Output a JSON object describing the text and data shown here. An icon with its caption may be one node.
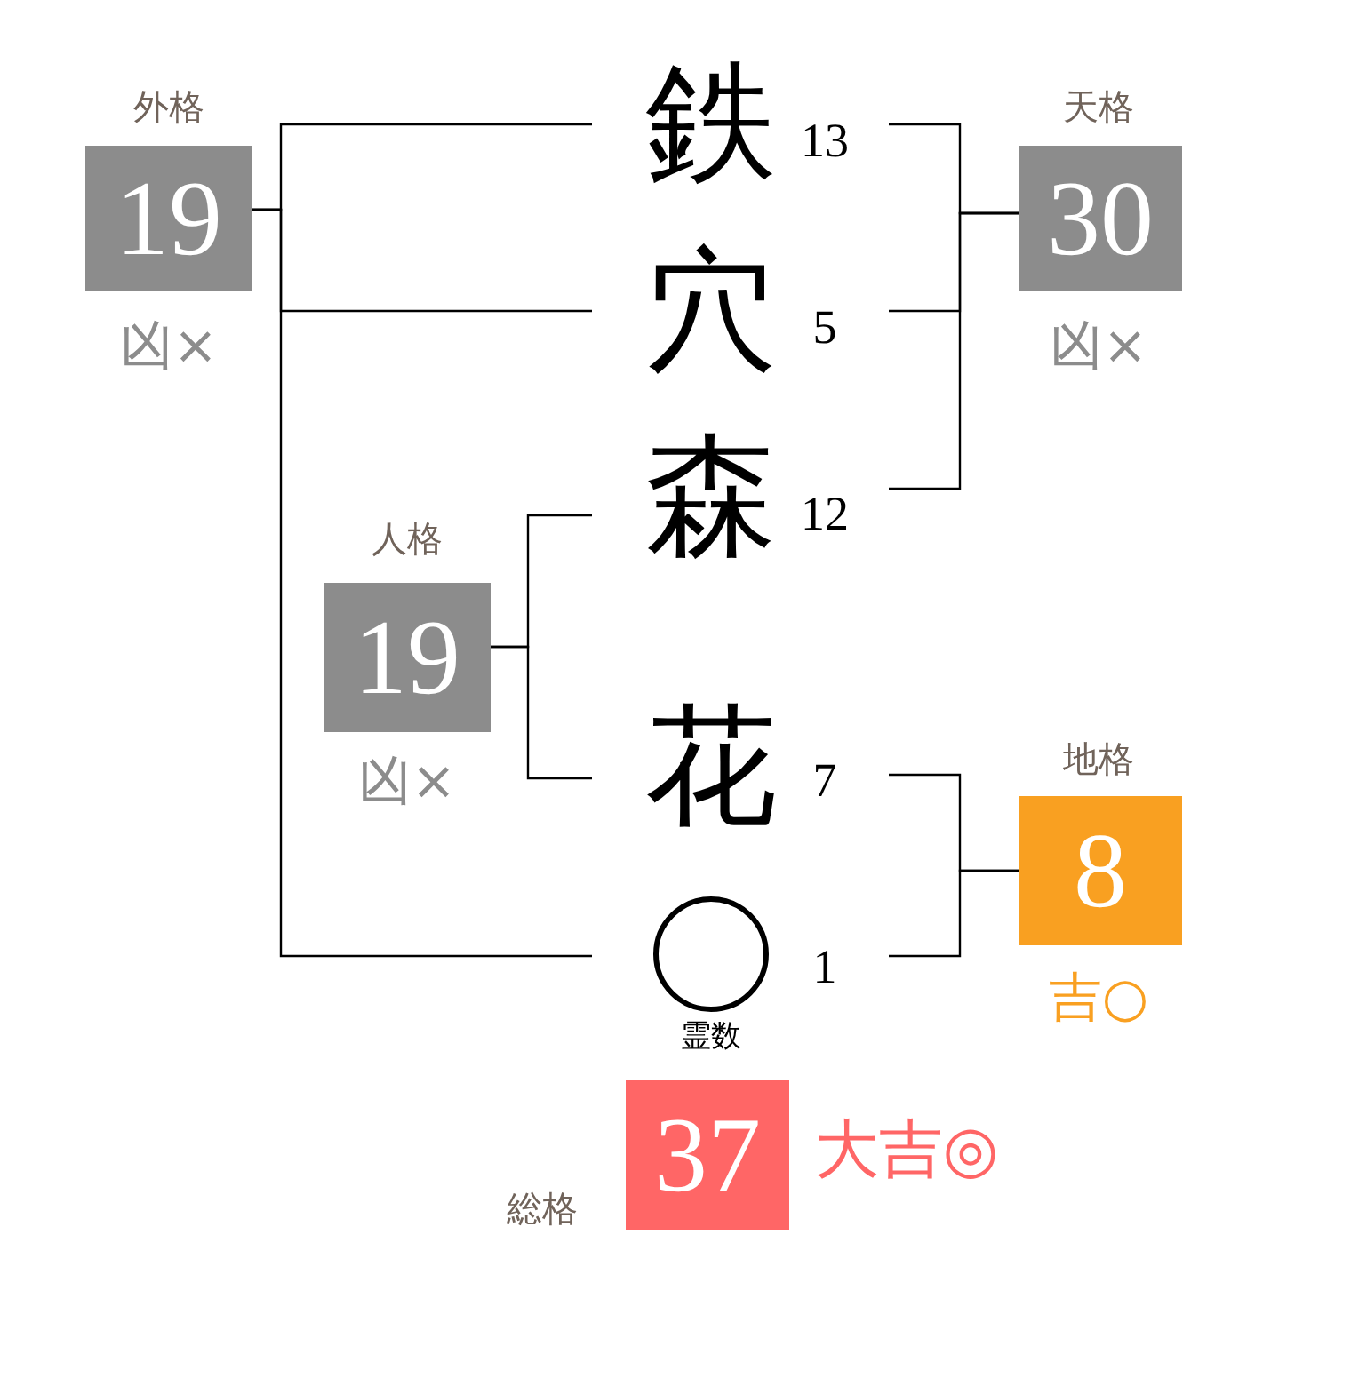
{
  "diagram": {
    "nodes": [
      {
        "text": [
          "外格",
          "19"
        ],
        "beside": [
          "凶×"
        ]
      },
      {
        "text": [
          "鉄"
        ],
        "beside": [
          "13"
        ]
      },
      {
        "text": [
          "天格",
          "30"
        ],
        "beside": [
          "凶×"
        ]
      },
      {
        "text": [
          "穴"
        ],
        "beside": [
          "5"
        ]
      },
      {
        "text": [
          "森"
        ],
        "beside": [
          "12"
        ]
      },
      {
        "text": [
          "人格",
          "19"
        ],
        "beside": [
          "凶×"
        ]
      },
      {
        "text": [
          "花"
        ],
        "beside": [
          "7"
        ]
      },
      {
        "text": [
          "地格",
          "8"
        ],
        "beside": [
          "吉○"
        ]
      },
      {
        "text": [],
        "shape": "circle",
        "beside": [
          "1",
          "霊数"
        ]
      },
      {
        "text": [
          "総格",
          "37"
        ],
        "beside": [
          "大吉◎"
        ]
      }
    ],
    "edges": [
      {
        "from": 1,
        "to": 0,
        "arrow": "none"
      },
      {
        "from": 3,
        "to": 0,
        "arrow": "none"
      },
      {
        "from": 8,
        "to": 0,
        "arrow": "none"
      },
      {
        "from": 1,
        "to": 2,
        "arrow": "none"
      },
      {
        "from": 3,
        "to": 2,
        "arrow": "none"
      },
      {
        "from": 4,
        "to": 2,
        "arrow": "none"
      },
      {
        "from": 4,
        "to": 5,
        "arrow": "none"
      },
      {
        "from": 6,
        "to": 5,
        "arrow": "none"
      },
      {
        "from": 6,
        "to": 7,
        "arrow": "none"
      },
      {
        "from": 8,
        "to": 7,
        "arrow": "none"
      }
    ]
  }
}
